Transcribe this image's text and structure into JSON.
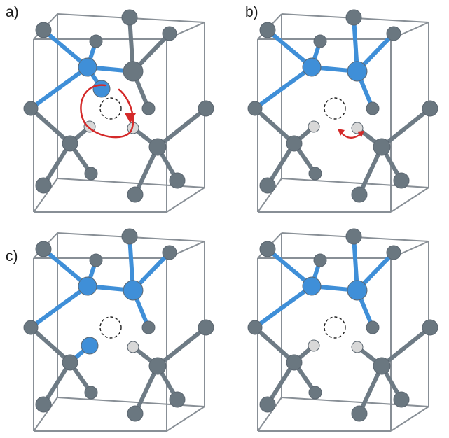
{
  "panels": [
    {
      "label": "a)",
      "substituted": [
        0,
        4
      ],
      "hydrogens": [
        3,
        5,
        6
      ],
      "vacancy": 11,
      "arrow": "loop"
    },
    {
      "label": "b)",
      "substituted": [
        0,
        1
      ],
      "hydrogens": [
        5,
        6
      ],
      "vacancy": 11,
      "arrow": "double"
    },
    {
      "label": "c)",
      "substituted": [
        0,
        1,
        5
      ],
      "hydrogens": [
        6
      ],
      "vacancy": 11,
      "arrow": "none"
    },
    {
      "label": "",
      "substituted": [
        0,
        1
      ],
      "hydrogens": [
        5,
        6
      ],
      "vacancy": 11,
      "arrow": "none"
    }
  ],
  "colors": {
    "atom": "#6a7780",
    "bond": "#6e7b85",
    "substitute": "#3f8fd8",
    "hydrogen": "#d8d8d8",
    "cell_edge": "#888f96",
    "arrow": "#d42a2a",
    "vacancy": "#222222"
  }
}
